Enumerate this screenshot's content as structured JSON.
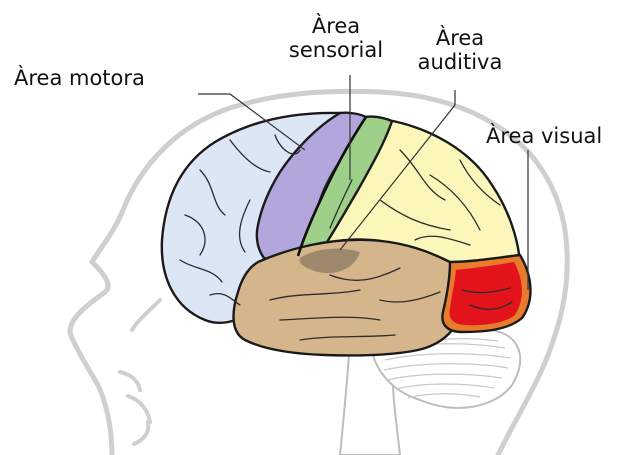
{
  "labels": {
    "motora": "Àrea motora",
    "sensorial_line1": "Àrea",
    "sensorial_line2": "sensorial",
    "auditiva_line1": "Àrea",
    "auditiva_line2": "auditiva",
    "visual": "Àrea visual"
  },
  "colors": {
    "frontal": "#dce6f5",
    "motor": "#b3a6dc",
    "sensory": "#9fd08a",
    "parietal": "#fbf6b9",
    "temporal": "#d4b58c",
    "visual": "#e3131b",
    "visual_rim": "#e87b2c",
    "cerebellum": "#ffffff",
    "head_outline": "#cfcfcf",
    "brain_outline": "#1a1a1a"
  },
  "icons": {
    "head": "head-silhouette-icon",
    "brain": "brain-lateral-view-icon"
  }
}
